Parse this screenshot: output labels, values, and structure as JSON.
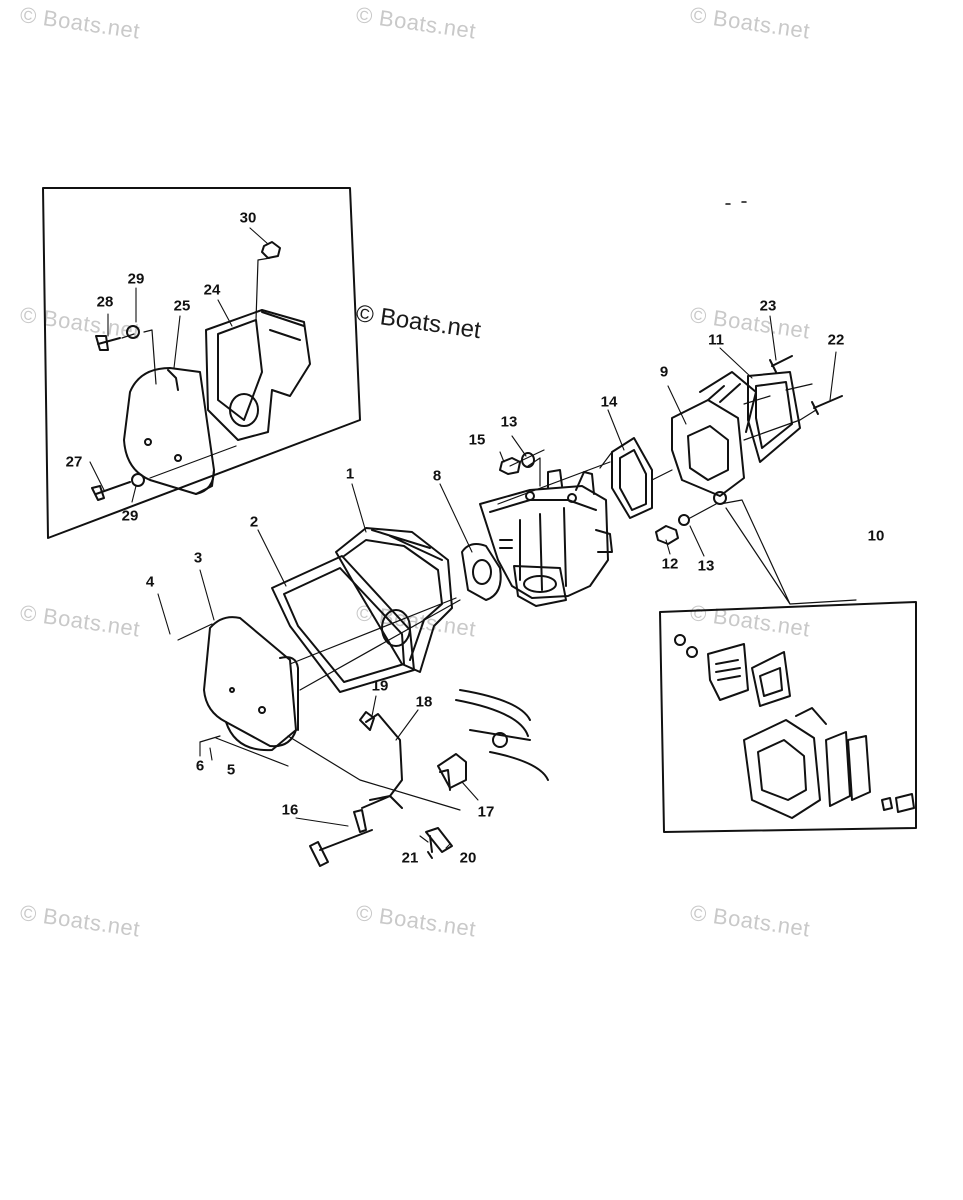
{
  "watermark": {
    "text": "© Boats.net"
  },
  "credit": {
    "text": "© Boats.net"
  },
  "callouts": {
    "n1": "1",
    "n2": "2",
    "n3": "3",
    "n4": "4",
    "n5": "5",
    "n6": "6",
    "n8": "8",
    "n9": "9",
    "n10": "10",
    "n11": "11",
    "n12": "12",
    "n13a": "13",
    "n13b": "13",
    "n14": "14",
    "n15": "15",
    "n16": "16",
    "n17": "17",
    "n18": "18",
    "n19": "19",
    "n20": "20",
    "n21": "21",
    "n22": "22",
    "n23": "23",
    "n24": "24",
    "n25": "25",
    "n27": "27",
    "n28": "28",
    "n29a": "29",
    "n29b": "29",
    "n30": "30"
  }
}
